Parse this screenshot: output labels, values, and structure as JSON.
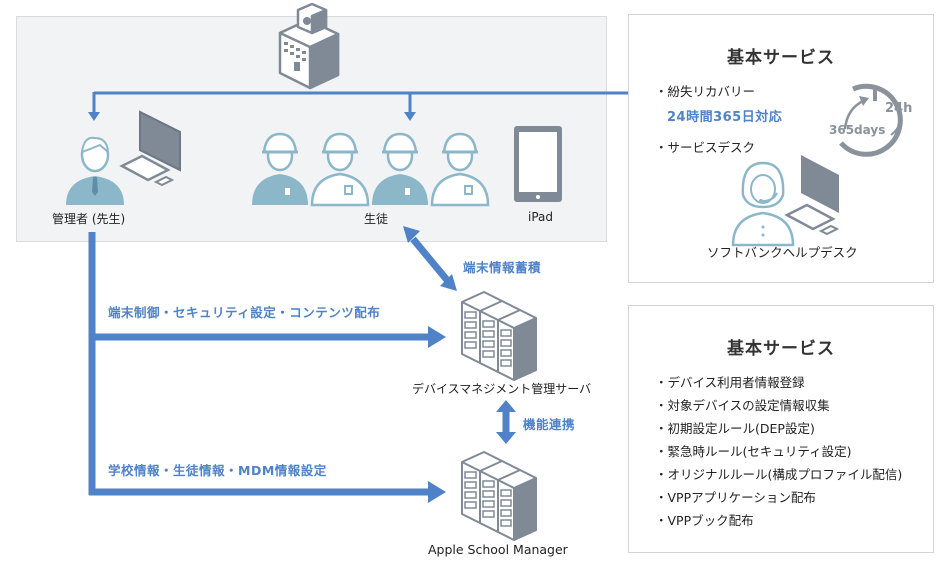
{
  "colors": {
    "accent_blue": "#4f82c6",
    "icon_gray": "#808a96",
    "icon_light_blue": "#8bb7c9",
    "panel_bg": "#f2f3f5"
  },
  "school": {
    "icon": "school-building-icon",
    "admin_label": "管理者 (先生)",
    "students_label": "生徒",
    "ipad_label": "iPad"
  },
  "flows": {
    "device_info": "端末情報蓄積",
    "device_control": "端末制御・セキュリティ設定・コンテンツ配布",
    "school_info": "学校情報・生徒情報・MDM情報設定",
    "integration": "機能連携"
  },
  "servers": {
    "mdm_server_label": "デバイスマネジメント管理サーバ",
    "asm_label": "Apple School Manager"
  },
  "panel_support": {
    "title": "基本サービス",
    "item1": "・紛失リカバリー",
    "item1_highlight": "24時間365日対応",
    "item2": "・サービスデスク",
    "clock_24": "24h",
    "clock_365": "365days",
    "helpdesk_label": "ソフトバンクヘルプデスク"
  },
  "panel_basic": {
    "title": "基本サービス",
    "items": [
      "・デバイス利用者情報登録",
      "・対象デバイスの設定情報収集",
      "・初期設定ルール(DEP設定)",
      "・緊急時ルール(セキュリティ設定)",
      "・オリジナルルール(構成プロファイル配信)",
      "・VPPアプリケーション配布",
      "・VPPブック配布"
    ]
  }
}
